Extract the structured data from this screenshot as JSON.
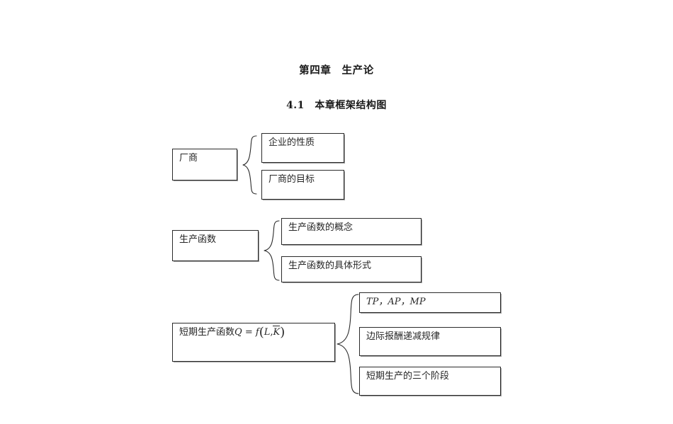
{
  "document": {
    "chapter_title": "第四章　生产论",
    "section_title": "4.1　本章框架结构图"
  },
  "diagram": {
    "groups": [
      {
        "id": "firm",
        "parent": "厂商",
        "children": [
          "企业的性质",
          "厂商的目标"
        ]
      },
      {
        "id": "production-function",
        "parent": "生产函数",
        "children": [
          "生产函数的概念",
          "生产函数的具体形式"
        ]
      },
      {
        "id": "short-run-production-function",
        "parent_prefix": "短期生产函数",
        "parent_math": {
          "q": "Q",
          "equals": "=",
          "f": "f",
          "open_paren": "(",
          "l": "L",
          "comma": ",",
          "k_bar": "K",
          "close_paren": ")"
        },
        "children": [
          "TP，AP，MP",
          "边际报酬递减规律",
          "短期生产的三个阶段"
        ]
      }
    ]
  },
  "colors": {
    "page_background": "#ffffff",
    "text": "#262626",
    "border": "#2b2b2b",
    "shadow": "#9a9a9a"
  }
}
